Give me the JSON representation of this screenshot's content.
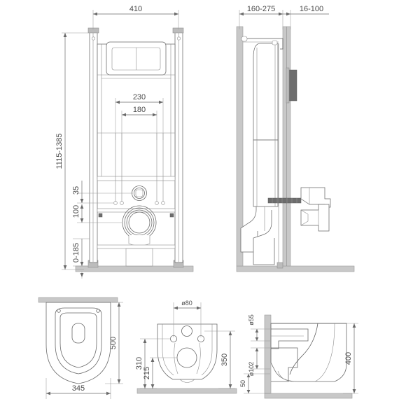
{
  "document": {
    "type": "technical-drawing",
    "subject": "Wall-hung toilet installation frame with concealed cistern",
    "background_color": "#ffffff",
    "line_color": "#5a5a5a",
    "fill_color": "#c8c8c8",
    "text_color": "#4a4a4a"
  },
  "views": {
    "frame_front": {
      "name": "Installation frame - front elevation",
      "dimensions": {
        "width_overall": "410",
        "height_range": "1115-1385",
        "flush_plate_outer": "230",
        "flush_plate_inner": "180",
        "offset_35": "35",
        "offset_100": "100",
        "foot_adjust": "0-185"
      }
    },
    "frame_side": {
      "name": "Installation frame - side section",
      "dimensions": {
        "depth_range": "160-275",
        "wall_finish_range": "16-100"
      }
    },
    "seat_top": {
      "name": "Toilet seat - top view",
      "dimensions": {
        "length": "500",
        "width": "345"
      }
    },
    "bowl_front": {
      "name": "Toilet bowl - rear/front view",
      "dimensions": {
        "bolt_spacing": "ø80",
        "height_310": "310",
        "height_215": "215",
        "height_350": "350"
      }
    },
    "bowl_side": {
      "name": "Toilet bowl - side view",
      "dimensions": {
        "water_inlet": "ø55",
        "waste_outlet": "ø102",
        "outlet_offset": "50",
        "projection": "400"
      }
    }
  },
  "labels": [
    {
      "id": "d410",
      "text": "410"
    },
    {
      "id": "d1115",
      "text": "1115-1385"
    },
    {
      "id": "d230",
      "text": "230"
    },
    {
      "id": "d180",
      "text": "180"
    },
    {
      "id": "d35",
      "text": "35"
    },
    {
      "id": "d100",
      "text": "100"
    },
    {
      "id": "d0185",
      "text": "0-185"
    },
    {
      "id": "d160275",
      "text": "160-275"
    },
    {
      "id": "d16100",
      "text": "16-100"
    },
    {
      "id": "d500",
      "text": "500"
    },
    {
      "id": "d345",
      "text": "345"
    },
    {
      "id": "d80",
      "text": "ø80"
    },
    {
      "id": "d310",
      "text": "310"
    },
    {
      "id": "d215",
      "text": "215"
    },
    {
      "id": "d350",
      "text": "350"
    },
    {
      "id": "d55",
      "text": "ø55"
    },
    {
      "id": "d102",
      "text": "ø102"
    },
    {
      "id": "d50",
      "text": "50"
    },
    {
      "id": "d400",
      "text": "400"
    }
  ]
}
